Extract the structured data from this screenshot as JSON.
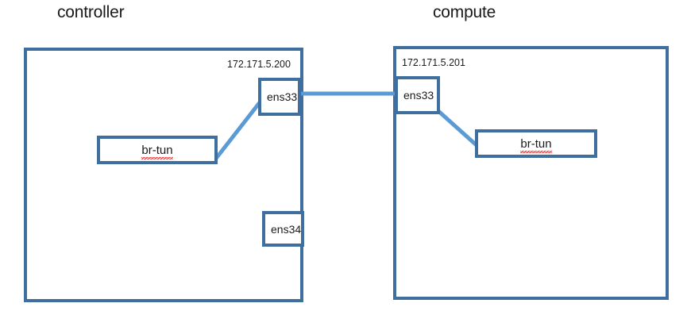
{
  "diagram": {
    "type": "network-topology",
    "description": "OpenStack controller and compute node network connectivity diagram",
    "colors": {
      "box_border": "#3f6f9f",
      "connector": "#5b9bd5",
      "background": "#ffffff",
      "text": "#1a1a1a",
      "spellcheck_underline": "#e02020"
    }
  },
  "nodes": {
    "controller": {
      "title": "controller",
      "ip_label": "172.171.5.200",
      "interfaces": [
        {
          "name": "ens33"
        },
        {
          "name": "ens34"
        }
      ],
      "bridges": [
        {
          "name": "br-tun"
        }
      ]
    },
    "compute": {
      "title": "compute",
      "ip_label": "172.171.5.201",
      "interfaces": [
        {
          "name": "ens33"
        }
      ],
      "bridges": [
        {
          "name": "br-tun"
        }
      ]
    }
  },
  "links": [
    {
      "from": "controller.ens33",
      "to": "compute.ens33",
      "style": "horizontal"
    },
    {
      "from": "controller.br-tun",
      "to": "controller.ens33",
      "style": "diagonal"
    },
    {
      "from": "compute.ens33",
      "to": "compute.br-tun",
      "style": "diagonal"
    }
  ]
}
